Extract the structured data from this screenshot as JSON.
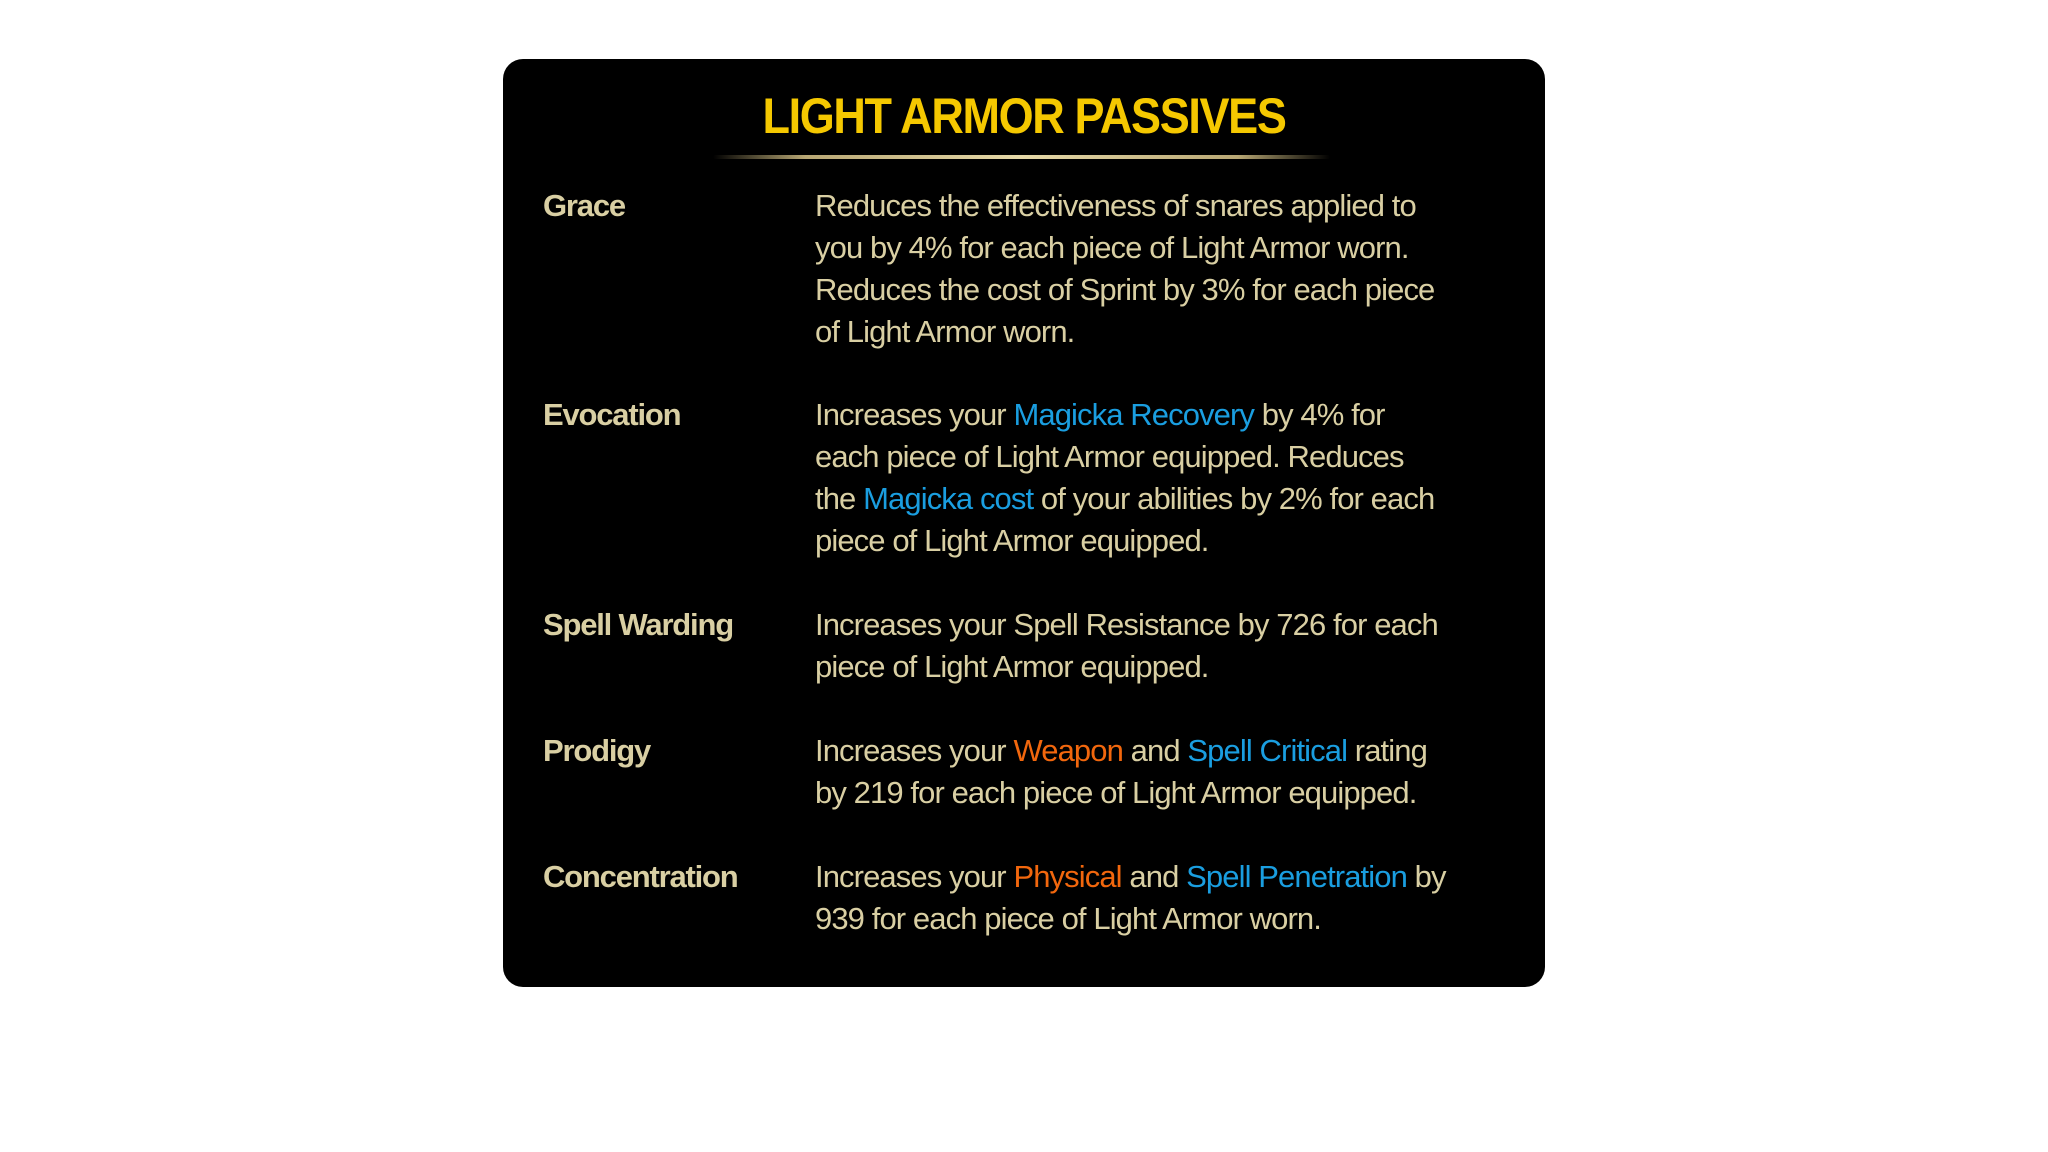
{
  "title": "LIGHT ARMOR PASSIVES",
  "colors": {
    "background": "#ffffff",
    "panel": "#000000",
    "title": "#f5c800",
    "text": "#d9cfa3",
    "magicka_highlight": "#1a9ee0",
    "stamina_highlight": "#f2670d"
  },
  "passives": [
    {
      "name": "Grace",
      "lines": [
        [
          {
            "t": "Reduces the effectiveness of snares applied to"
          }
        ],
        [
          {
            "t": "you by 4% for each piece of Light Armor worn."
          }
        ],
        [
          {
            "t": "Reduces the cost of Sprint by 3% for each piece"
          }
        ],
        [
          {
            "t": "of Light Armor worn."
          }
        ]
      ]
    },
    {
      "name": "Evocation",
      "lines": [
        [
          {
            "t": "Increases your "
          },
          {
            "t": "Magicka Recovery",
            "c": "blue"
          },
          {
            "t": " by 4% for"
          }
        ],
        [
          {
            "t": "each piece of Light Armor equipped. Reduces"
          }
        ],
        [
          {
            "t": "the "
          },
          {
            "t": "Magicka cost",
            "c": "blue"
          },
          {
            "t": " of your abilities by 2% for each"
          }
        ],
        [
          {
            "t": "piece of Light Armor equipped."
          }
        ]
      ]
    },
    {
      "name": "Spell Warding",
      "lines": [
        [
          {
            "t": "Increases your Spell Resistance by 726 for each"
          }
        ],
        [
          {
            "t": "piece of Light Armor equipped."
          }
        ]
      ]
    },
    {
      "name": "Prodigy",
      "lines": [
        [
          {
            "t": "Increases your "
          },
          {
            "t": "Weapon",
            "c": "orange"
          },
          {
            "t": " and "
          },
          {
            "t": "Spell Critical",
            "c": "blue"
          },
          {
            "t": " rating"
          }
        ],
        [
          {
            "t": "by 219 for each piece of Light Armor equipped."
          }
        ]
      ]
    },
    {
      "name": "Concentration",
      "lines": [
        [
          {
            "t": "Increases your "
          },
          {
            "t": "Physical",
            "c": "orange"
          },
          {
            "t": " and "
          },
          {
            "t": "Spell Penetration",
            "c": "blue"
          },
          {
            "t": " by"
          }
        ],
        [
          {
            "t": "939 for each piece of Light Armor worn."
          }
        ]
      ]
    }
  ]
}
